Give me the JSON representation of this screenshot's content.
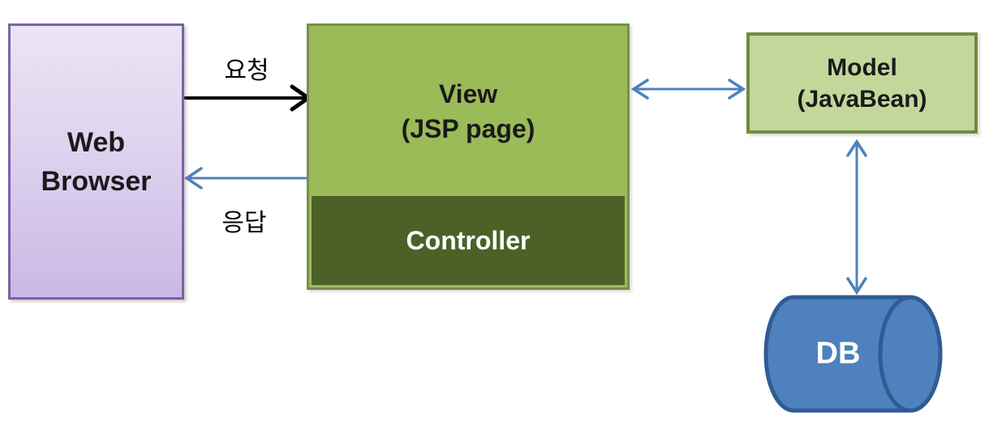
{
  "nodes": {
    "web_browser": {
      "lines": [
        "Web",
        "Browser"
      ]
    },
    "view": {
      "lines": [
        "View",
        "(JSP page)"
      ]
    },
    "controller": {
      "label": "Controller"
    },
    "model": {
      "lines": [
        "Model",
        "(JavaBean)"
      ]
    },
    "db": {
      "label": "DB"
    }
  },
  "arrows": {
    "request": {
      "label": "요청",
      "from": "web_browser",
      "to": "view",
      "direction": "right",
      "color": "#000000"
    },
    "response": {
      "label": "응답",
      "from": "view",
      "to": "web_browser",
      "direction": "left",
      "color": "#4f81bd"
    },
    "view_model": {
      "from": "view",
      "to": "model",
      "direction": "both",
      "color": "#4f81bd"
    },
    "model_db": {
      "from": "model",
      "to": "db",
      "direction": "both",
      "color": "#4f81bd"
    }
  },
  "colors": {
    "browser_fill_top": "#eae5f4",
    "browser_fill_bottom": "#cab8e6",
    "browser_border": "#7d61a6",
    "view_fill": "#9bbb59",
    "view_border": "#75904a",
    "controller_fill": "#4c6128",
    "model_fill": "#c4d79b",
    "model_border": "#6f8c3e",
    "db_fill": "#4e81bd",
    "db_border": "#2f5c94",
    "arrow_blue": "#4f81bd",
    "arrow_black": "#000000"
  }
}
